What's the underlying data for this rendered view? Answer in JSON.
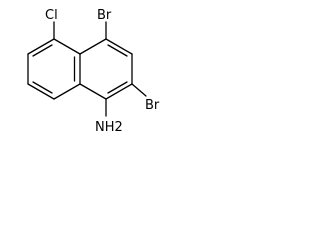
{
  "molecule": {
    "atoms": {
      "cl": "Cl",
      "br_top": "Br",
      "br_right": "Br",
      "amine": "NH2"
    }
  },
  "colors": {
    "background": "#ffffff",
    "ink": "#000000"
  }
}
